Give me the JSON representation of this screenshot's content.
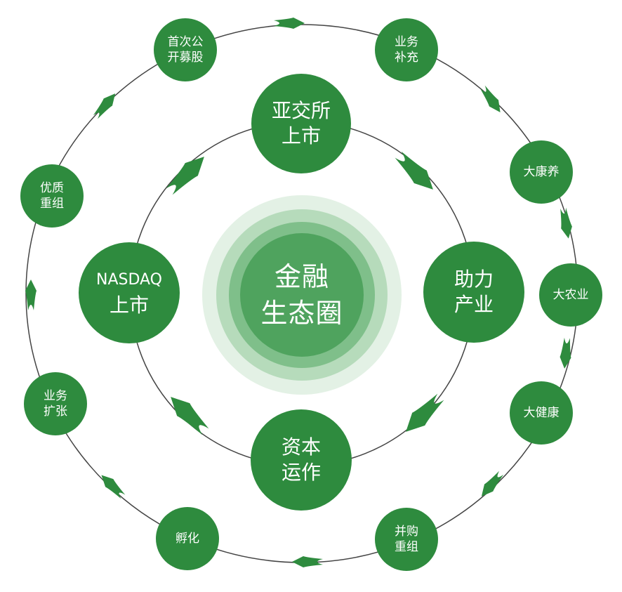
{
  "center": {
    "line1": "金融",
    "line2": "生态圈"
  },
  "inner_nodes": [
    {
      "line1": "亚交所",
      "line2": "上市"
    },
    {
      "line1": "助力",
      "line2": "产业"
    },
    {
      "line1": "资本",
      "line2": "运作"
    },
    {
      "line1": "NASDAQ",
      "line2": "上市"
    }
  ],
  "outer_nodes": [
    {
      "line1": "首次公",
      "line2": "开募股"
    },
    {
      "line1": "业务",
      "line2": "补充"
    },
    {
      "line1": "大康养",
      "line2": ""
    },
    {
      "line1": "大农业",
      "line2": ""
    },
    {
      "line1": "大健康",
      "line2": ""
    },
    {
      "line1": "并购",
      "line2": "重组"
    },
    {
      "line1": "孵化",
      "line2": ""
    },
    {
      "line1": "业务",
      "line2": "扩张"
    },
    {
      "line1": "优质",
      "line2": "重组"
    }
  ],
  "colors": {
    "node": "#2e8b3e",
    "ring_line": "#444444",
    "arrow": "#2e8b3e"
  }
}
